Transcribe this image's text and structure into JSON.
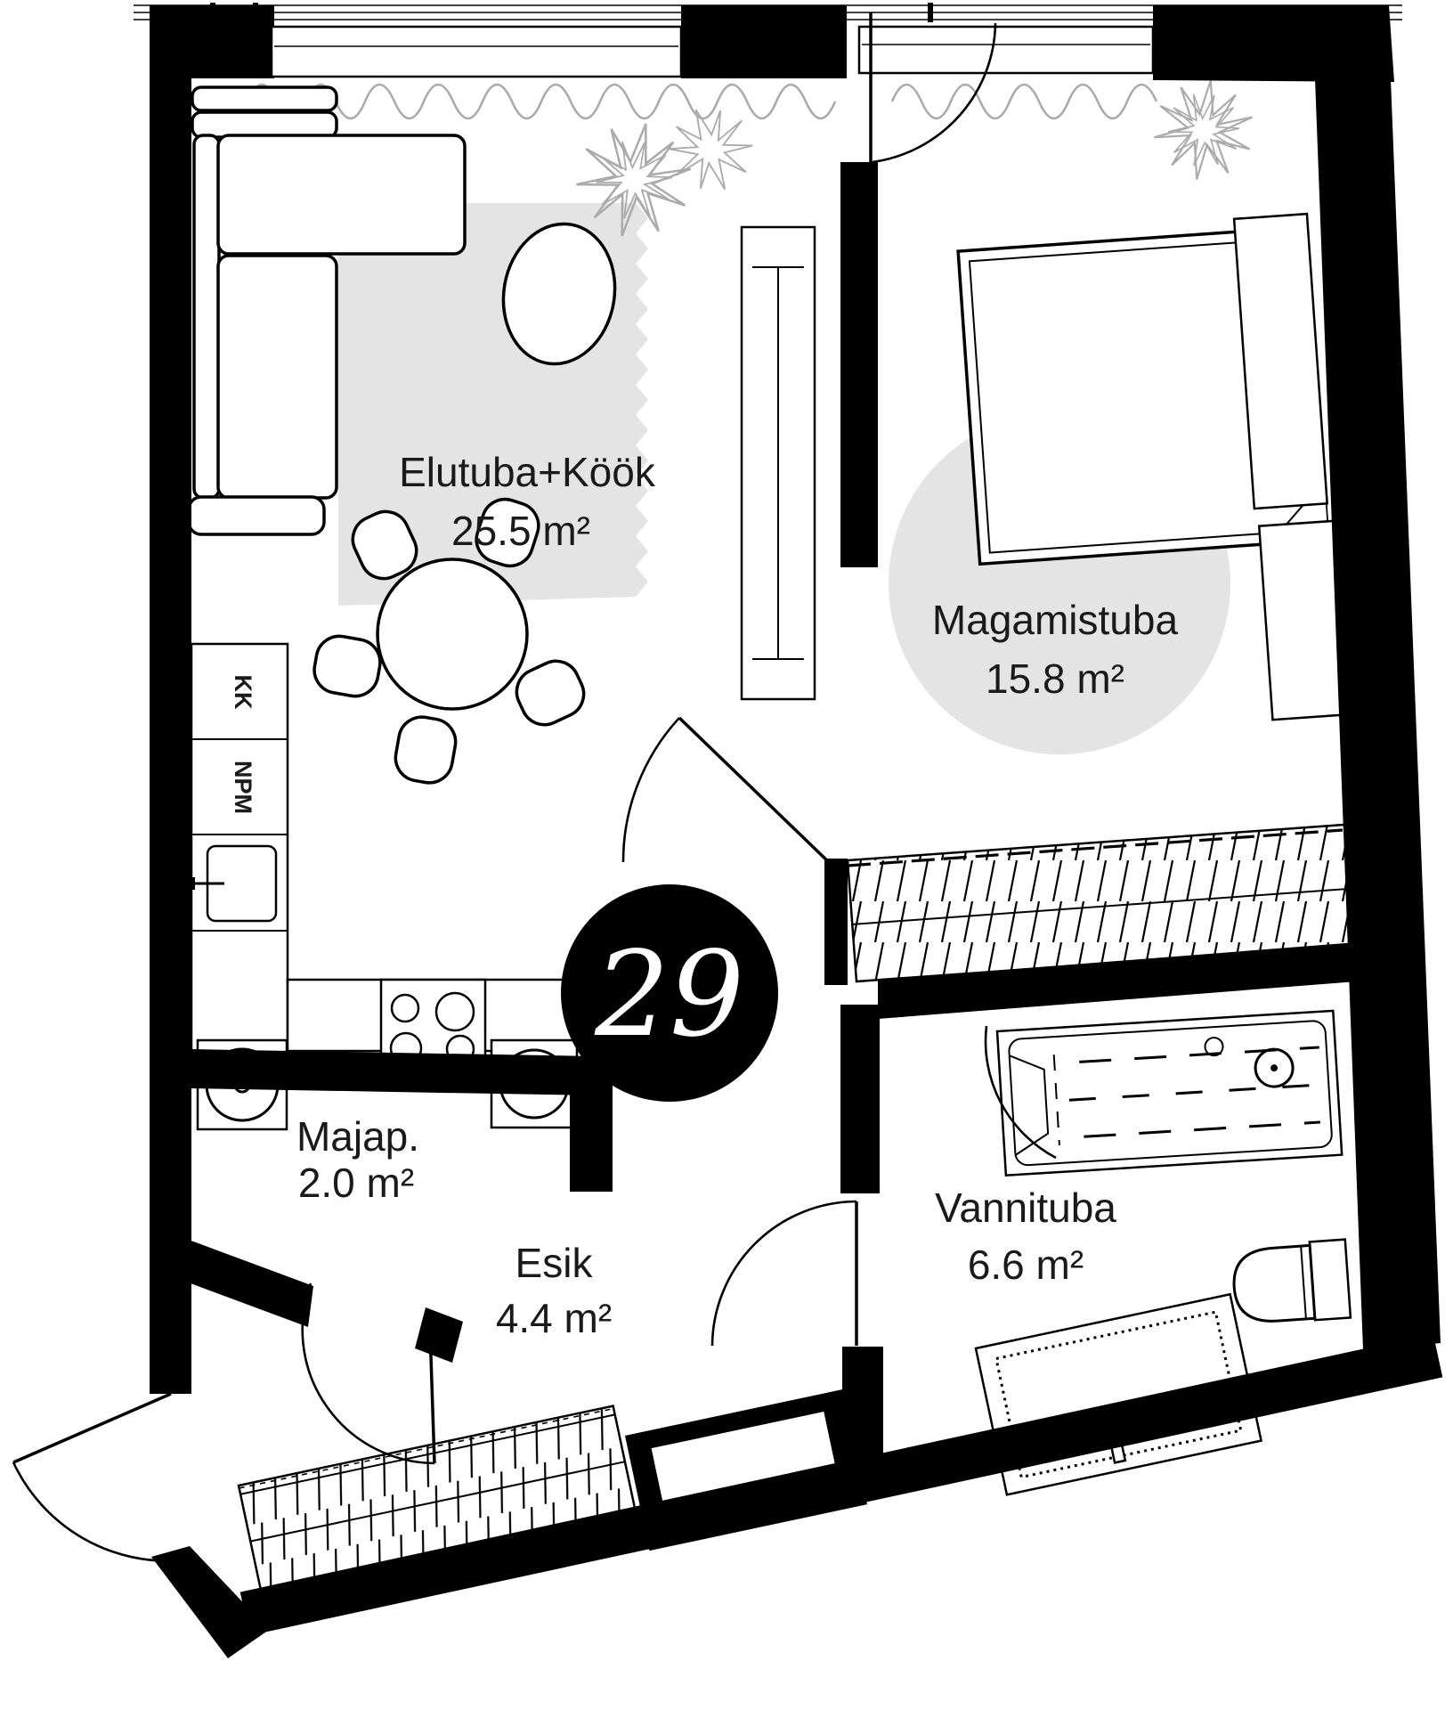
{
  "apartment_number": "29",
  "rooms": [
    {
      "name": "Elutuba+Köök",
      "area": "25.5 m²"
    },
    {
      "name": "Magamistuba",
      "area": "15.8 m²"
    },
    {
      "name": "Majap.",
      "area": "2.0 m²"
    },
    {
      "name": "Esik",
      "area": "4.4 m²"
    },
    {
      "name": "Vannituba",
      "area": "6.6 m²"
    }
  ],
  "kitchen_unit_labels": {
    "kk": "KK",
    "npm": "NPM"
  },
  "icons": [
    "sofa-icon",
    "coffee-table-icon",
    "rug",
    "dining-table-icon",
    "dining-chair-icon",
    "kitchen-counter-icon",
    "kitchen-sink-icon",
    "stove-icon",
    "washing-machine-icon",
    "wardrobe-icon",
    "entry-closet-icon",
    "bathtub-icon",
    "toilet-icon",
    "bathroom-sink-icon",
    "mirror-stand-icon",
    "bed-icon",
    "nightstand-icon",
    "plant-icon",
    "curtain-wave-icon",
    "door-arc-icon",
    "window-icon",
    "apartment-number-badge"
  ],
  "colors": {
    "wall": "#000000",
    "accent_gray": "#e4e4e4",
    "decor_gray": "#ababab",
    "text": "#1a1a1a"
  }
}
